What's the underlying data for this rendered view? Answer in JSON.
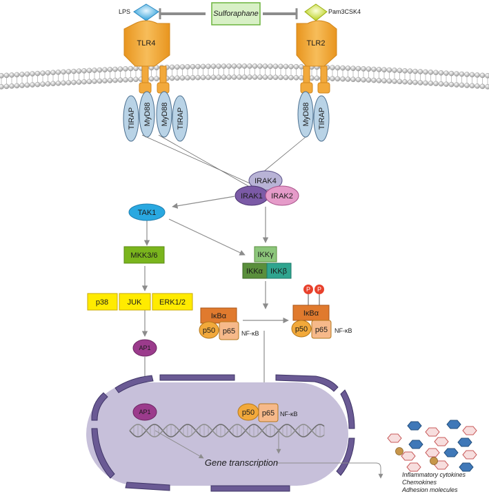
{
  "ligands": {
    "lps": "LPS",
    "pam": "Pam3CSK4"
  },
  "inhibitor": "Sulforaphane",
  "receptors": {
    "tlr4": "TLR4",
    "tlr2": "TLR2"
  },
  "adaptors": {
    "tirap": "TIRAP",
    "myd88": "MyD88"
  },
  "irak": {
    "irak4": "IRAK4",
    "irak1": "IRAK1",
    "irak2": "IRAK2"
  },
  "tak1": "TAK1",
  "mkk": "MKK3/6",
  "mapk": {
    "p38": "p38",
    "juk": "JUK",
    "erk": "ERK1/2"
  },
  "ap1": "AP1",
  "ikk": {
    "gamma": "IKKγ",
    "alpha": "IKKα",
    "beta": "IKKβ"
  },
  "nfkb": {
    "ikba": "IκBα",
    "p50": "p50",
    "p65": "p65",
    "label": "NF-κB",
    "phospho": "P"
  },
  "gene_transcription": "Gene transcription",
  "outputs": [
    "Inflammatory cytokines",
    "Chemokines",
    "Adhesion molecules"
  ],
  "colors": {
    "receptor": "#f2a93b",
    "adaptor": "#b9d3e6",
    "irak4": "#b8b3d6",
    "irak1": "#7b5aa6",
    "irak2": "#e59bc9",
    "tak1": "#29a8e0",
    "mkk": "#7ab51d",
    "mapk": "#ffeb00",
    "ap1": "#9b3b8c",
    "ikkg": "#8cc67b",
    "ikka": "#5a8f3c",
    "ikkb": "#2fa58f",
    "ikba": "#e07a2e",
    "p50": "#f2a93b",
    "p65": "#f6b98a",
    "phospho": "#e8412c",
    "nucleus": "#c7c0da",
    "nuclear_envelope": "#6a5a94",
    "inhibitor_fill": "#d8f0c6",
    "inhibitor_border": "#6bb33d"
  }
}
